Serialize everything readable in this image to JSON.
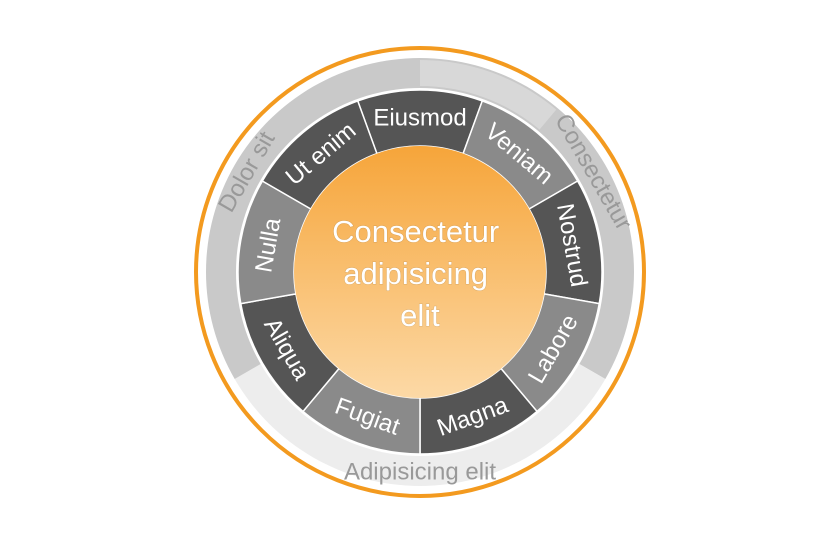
{
  "center": {
    "lines": [
      "Consectetur",
      "adipisicing",
      "elit"
    ]
  },
  "inner_ring": {
    "segments": [
      {
        "label": "Eiusmod"
      },
      {
        "label": "Veniam"
      },
      {
        "label": "Nostrud"
      },
      {
        "label": "Labore"
      },
      {
        "label": "Magna"
      },
      {
        "label": "Fugiat"
      },
      {
        "label": "Aliqua"
      },
      {
        "label": "Nulla"
      },
      {
        "label": "Ut enim"
      }
    ]
  },
  "outer_ring": {
    "segments": [
      {
        "label": "Consectetur"
      },
      {
        "label": "Adipisicing elit"
      },
      {
        "label": "Dolor sit"
      }
    ]
  },
  "colors": {
    "accent": "#f39a1f",
    "center_top": "#f6a53a",
    "center_bottom": "#fcd9a6",
    "inner_dark": "#555555",
    "inner_light": "#8a8a8a",
    "outer_light": "#ededed",
    "outer_mid": "#c9c9c9",
    "outer_text": "#999999"
  }
}
